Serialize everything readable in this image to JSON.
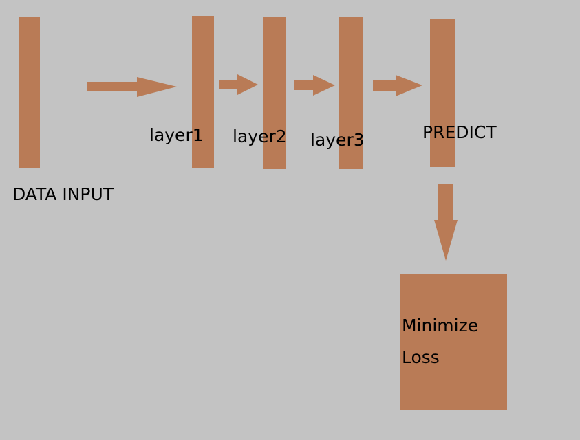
{
  "diagram": {
    "fill_color": "#b97b56",
    "background_color": "#c3c3c3",
    "text_color": "#000000",
    "nodes": [
      {
        "id": "data-input",
        "label": "DATA INPUT"
      },
      {
        "id": "layer1",
        "label": "layer1"
      },
      {
        "id": "layer2",
        "label": "layer2"
      },
      {
        "id": "layer3",
        "label": "layer3"
      },
      {
        "id": "predict",
        "label": "PREDICT"
      }
    ],
    "loss": {
      "line1": "Minimize",
      "line2": "Loss"
    },
    "edges": [
      {
        "from": "data-input",
        "to": "layer1"
      },
      {
        "from": "layer1",
        "to": "layer2"
      },
      {
        "from": "layer2",
        "to": "layer3"
      },
      {
        "from": "layer3",
        "to": "predict"
      },
      {
        "from": "predict",
        "to": "loss"
      }
    ]
  }
}
